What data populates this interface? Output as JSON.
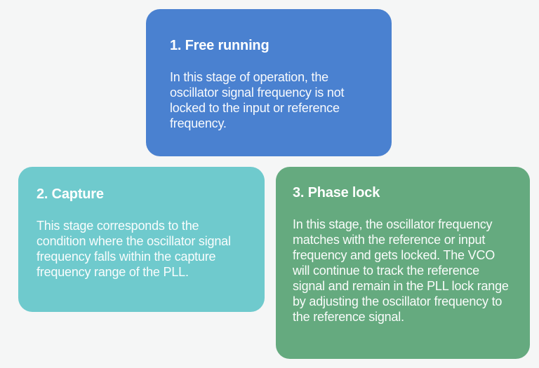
{
  "page": {
    "background_color": "#f5f6f6",
    "text_color": "#ffffff"
  },
  "cards": [
    {
      "id": "free-running",
      "title": "1. Free running",
      "body": "In this stage of operation, the oscillator signal frequency is not locked to the input or reference frequency.",
      "color": "#4a81d0"
    },
    {
      "id": "capture",
      "title": "2. Capture",
      "body": "This stage corresponds to the condition where the oscillator signal frequency falls within the capture frequency range of the PLL.",
      "color": "#6fcacd"
    },
    {
      "id": "phase-lock",
      "title": "3. Phase lock",
      "body": "In this stage, the oscillator frequency matches with the reference or input frequency and gets locked. The  VCO will continue to track the reference signal and remain in the PLL lock range by adjusting the oscillator frequency to the reference signal.",
      "color": "#65aa7f"
    }
  ]
}
